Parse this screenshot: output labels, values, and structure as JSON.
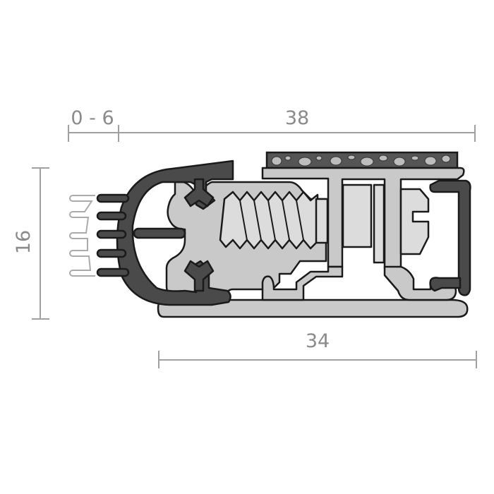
{
  "dimensions": {
    "gap_label": "0 - 6",
    "width_label": "38",
    "height_label": "16",
    "base_width_label": "34"
  },
  "colors": {
    "dimension_lines": "#a0a0a0",
    "dimension_text": "#8a8a8a",
    "profile_light": "#c9c9c9",
    "seal_dark": "#4a4a4a"
  }
}
